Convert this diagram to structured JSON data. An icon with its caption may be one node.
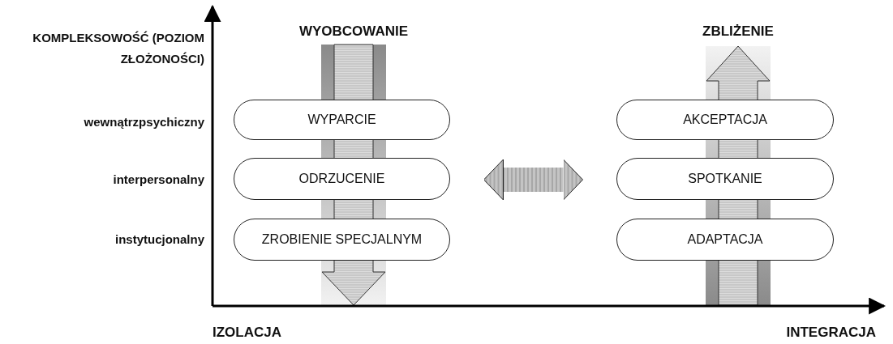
{
  "diagram": {
    "nodes": [
      {
        "text": [
          "WYPARCIE"
        ]
      },
      {
        "text": [
          "ODRZUCENIE"
        ]
      },
      {
        "text": [
          "ZROBIENIE SPECJALNYM"
        ]
      },
      {
        "text": [
          "AKCEPTACJA"
        ]
      },
      {
        "text": [
          "SPOTKANIE"
        ]
      },
      {
        "text": [
          "ADAPTACJA"
        ]
      }
    ],
    "edges": [
      {
        "from": 1,
        "to": 4,
        "arrow": "both"
      }
    ],
    "labels": [
      "KOMPLEKSOWOŚĆ (POZIOM ZŁOŻONOŚCI)",
      "WYOBCOWANIE",
      "ZBLIŻENIE",
      "wewnątrzpsychiczny",
      "interpersonalny",
      "instytucjonalny",
      "IZOLACJA",
      "INTEGRACJA"
    ]
  }
}
